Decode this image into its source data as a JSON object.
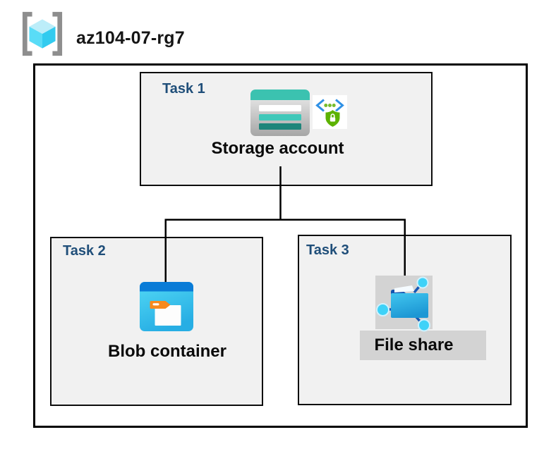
{
  "header": {
    "title": "az104-07-rg7",
    "icon": "resource-group-icon"
  },
  "diagram": {
    "tasks": [
      {
        "label": "Task 1",
        "caption": "Storage account",
        "icons": [
          "storage-account-icon",
          "secure-endpoint-icon"
        ]
      },
      {
        "label": "Task 2",
        "caption": "Blob container",
        "icons": [
          "blob-container-icon"
        ]
      },
      {
        "label": "Task 3",
        "caption": "File share",
        "icons": [
          "file-share-icon"
        ]
      }
    ],
    "connections": [
      {
        "from": "Storage account",
        "to": "Blob container"
      },
      {
        "from": "Storage account",
        "to": "File share"
      }
    ]
  },
  "colors": {
    "task_label_blue": "#1F4E79",
    "box_fill": "#F1F1F1",
    "box_border": "#000000",
    "highlight_gray": "#D3D3D3",
    "storage_teal": "#3BC2B0",
    "storage_teal_dark": "#1E857A",
    "blob_top_blue": "#0A7CD7",
    "blob_cyan": "#3ECBF0",
    "fileshare_folder_blue": "#2BB0E4",
    "fileshare_dark_blue": "#1254B0",
    "node_cyan": "#3ED2F8",
    "shield_green": "#5CB200",
    "dot_green": "#76BC2D",
    "bracket_blue": "#2E90E5",
    "cube_cyan": "#59DCF7",
    "bracket_gray": "#8E8E8E"
  }
}
